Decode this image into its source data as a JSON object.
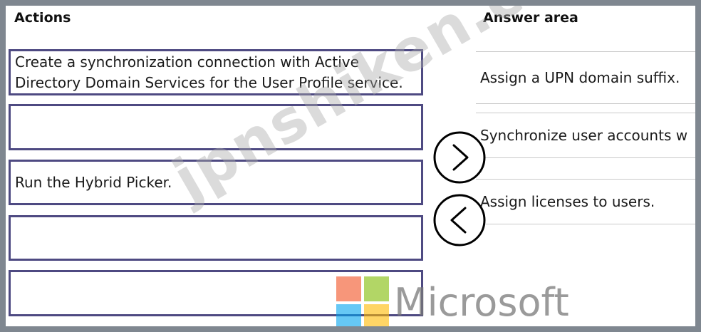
{
  "headers": {
    "actions": "Actions",
    "answer_area": "Answer area"
  },
  "actions": [
    {
      "label": "Create a synchronization connection with Active Directory Domain Services for the User Profile service."
    },
    {
      "label": ""
    },
    {
      "label": "Run the Hybrid Picker."
    },
    {
      "label": ""
    },
    {
      "label": ""
    }
  ],
  "answer_area": [
    {
      "label": "Assign a UPN domain suffix."
    },
    {
      "label": "Synchronize user accounts w"
    },
    {
      "label": "Assign licenses to users."
    }
  ],
  "controls": {
    "move_right_icon": "chevron-right-icon",
    "move_left_icon": "chevron-left-icon"
  },
  "watermark": {
    "text": "jpnshiken.com"
  },
  "branding": {
    "logo_text": "Microsoft",
    "logo_colors": [
      "#f25022",
      "#7fba00",
      "#00a4ef",
      "#ffb900"
    ]
  }
}
